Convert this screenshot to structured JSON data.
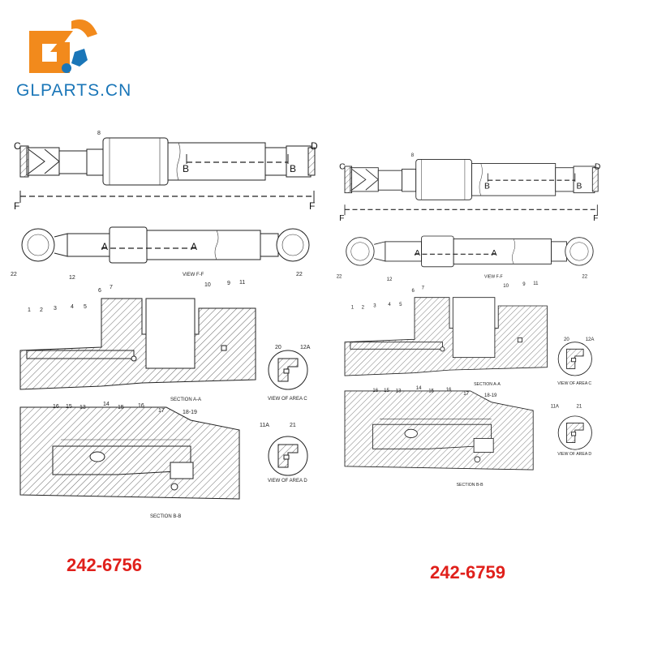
{
  "logo": {
    "text": "GLPARTS.CN",
    "letter": "G",
    "brand_orange": "#f28a1c",
    "brand_blue": "#1a76b8"
  },
  "part_numbers": {
    "left": "242-6756",
    "right": "242-6759",
    "color": "#e0201b"
  },
  "diagram_labels": {
    "view_ff": "VIEW  F-F",
    "section_aa": "SECTION  A-A",
    "section_bb": "SECTION  B-B",
    "view_c": "VIEW OF AREA  C",
    "view_d": "VIEW OF AREA  D",
    "letter_c": "C",
    "letter_d": "D",
    "letter_b": "B",
    "letter_f": "F",
    "letter_a": "A"
  },
  "callouts": {
    "c1": "1",
    "c2": "2",
    "c3": "3",
    "c4": "4",
    "c5": "5",
    "c6": "6",
    "c7": "7",
    "c8": "8",
    "c9": "9",
    "c10": "10",
    "c11": "11",
    "c11a": "11A",
    "c12": "12",
    "c12a": "12A",
    "c13": "13",
    "c14": "14",
    "c15": "15",
    "c16": "16",
    "c17": "17",
    "c1819": "18-19",
    "c20": "20",
    "c21": "21",
    "c22": "22"
  }
}
